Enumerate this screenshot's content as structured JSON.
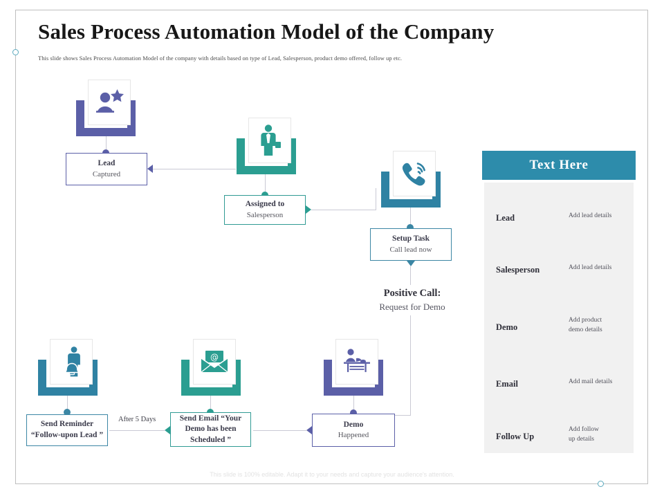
{
  "slide": {
    "title": "Sales Process Automation Model of the Company",
    "subtitle": "This slide shows Sales Process Automation Model of the company with details based on type of Lead, Salesperson, product demo offered, follow up etc.",
    "footer": "This slide is 100% editable. Adapt it to your needs and capture your audience's attention."
  },
  "colors": {
    "purple": "#5b5fa7",
    "teal": "#2b9e91",
    "blue": "#2f82a3",
    "panel_header": "#2d8cab",
    "panel_body": "#f1f1f1",
    "connector": "#c9c9d4",
    "frame": "#bfbfbf"
  },
  "flow": {
    "nodes": [
      {
        "id": "lead-captured",
        "line1": "Lead",
        "line2": "Captured",
        "accent": "purple",
        "icon": "lead-star-icon"
      },
      {
        "id": "assigned",
        "line1": "Assigned  to",
        "line2": "Salesperson",
        "accent": "teal",
        "icon": "salesperson-icon"
      },
      {
        "id": "setup-task",
        "line1": "Setup Task",
        "line2": "Call lead now",
        "accent": "blue",
        "icon": "phone-ring-icon"
      },
      {
        "id": "demo-happened",
        "line1": "Demo",
        "line2": "Happened",
        "accent": "purple",
        "icon": "presentation-icon"
      },
      {
        "id": "send-email",
        "line1": "Send Email “Your",
        "line2": "Demo has been",
        "line3": "Scheduled ”",
        "accent": "teal",
        "icon": "email-at-icon"
      },
      {
        "id": "send-reminder",
        "line1": "Send Reminder",
        "line2": "“Follow-upon Lead ”",
        "accent": "blue",
        "icon": "reminder-bell-icon"
      }
    ],
    "note": {
      "line1": "Positive Call:",
      "line2": "Request  for Demo"
    },
    "edge_label": "After 5 Days"
  },
  "panel": {
    "header": "Text Here",
    "rows": [
      {
        "key": "Lead",
        "value": "Add lead details"
      },
      {
        "key": "Salesperson",
        "value": "Add lead details"
      },
      {
        "key": "Demo",
        "value": "Add product\ndemo details"
      },
      {
        "key": "Email",
        "value": "Add mail details"
      },
      {
        "key": "Follow Up",
        "value": "Add follow\nup details"
      }
    ]
  }
}
